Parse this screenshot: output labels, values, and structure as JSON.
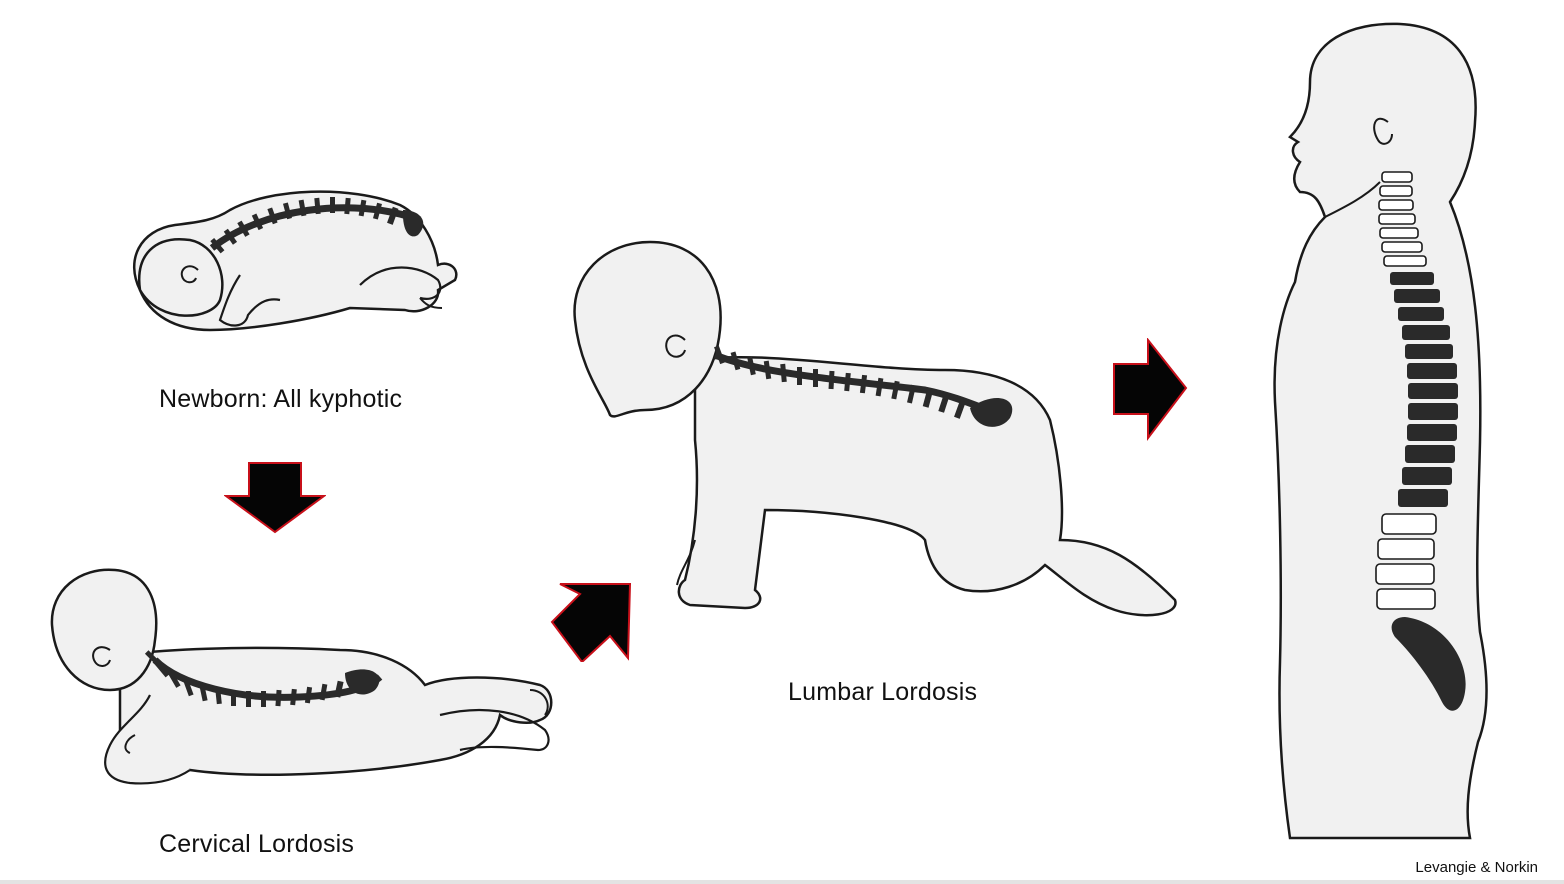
{
  "stages": [
    {
      "id": "newborn",
      "caption": "Newborn: All kyphotic"
    },
    {
      "id": "prone",
      "caption": "Cervical Lordosis"
    },
    {
      "id": "crawling",
      "caption": "Lumbar Lordosis"
    },
    {
      "id": "standing",
      "caption": ""
    }
  ],
  "credit": "Levangie & Norkin",
  "colors": {
    "arrow_fill": "#050505",
    "arrow_outline": "#c8101a",
    "body_fill": "#f1f1f1",
    "body_outline": "#1a1a1a",
    "spine": "#2a2a2a",
    "vertebra_light": "#ffffff"
  },
  "icons": {
    "arrow_down": "arrow-down-icon",
    "arrow_diagonal": "arrow-up-right-icon",
    "arrow_right": "arrow-right-icon"
  }
}
